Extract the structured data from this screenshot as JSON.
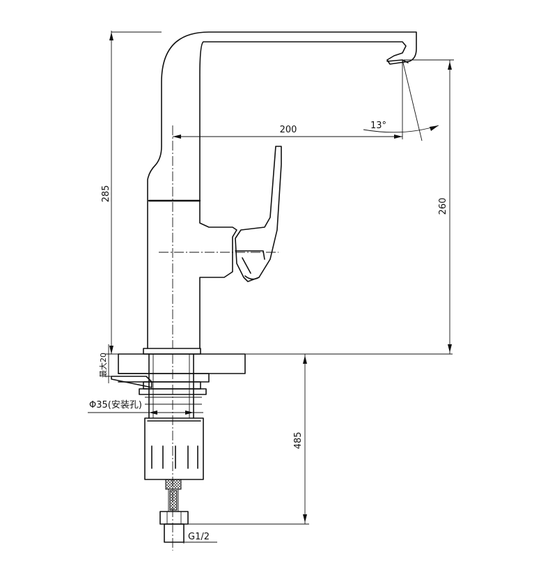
{
  "drawing": {
    "dimensions": {
      "spout_reach": "200",
      "angle": "13°",
      "total_height": "285",
      "spout_height": "260",
      "max_deck": "最大20",
      "hole_diameter": "Φ35(安装孔)",
      "below_deck": "485",
      "thread": "G1/2"
    }
  }
}
